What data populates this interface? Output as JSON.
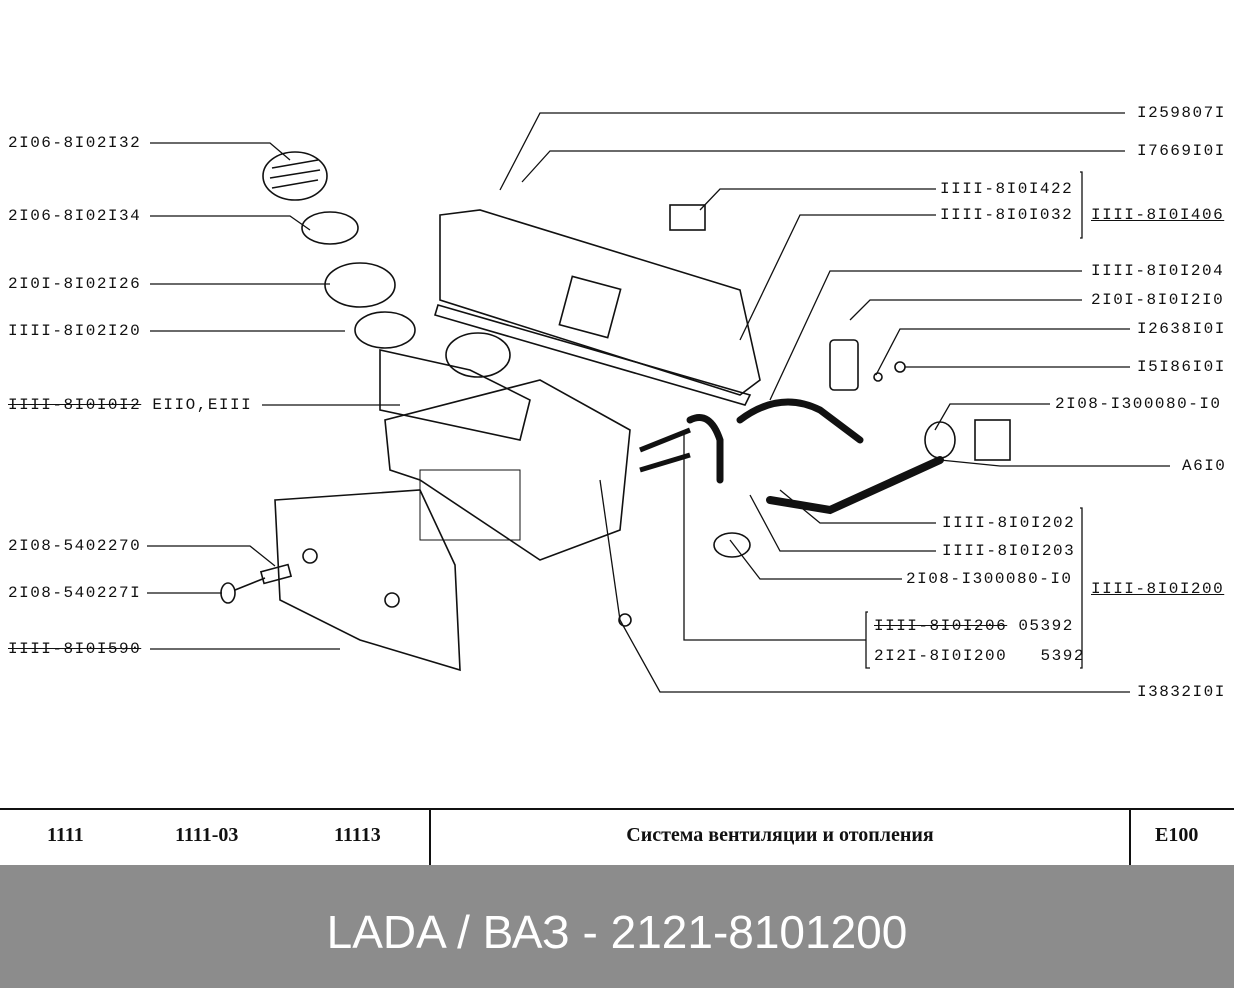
{
  "labels_left": [
    {
      "code": "2I06-8I02I32"
    },
    {
      "code": "2I06-8I02I34"
    },
    {
      "code": "2I0I-8I02I26"
    },
    {
      "code": "IIII-8I02I20"
    },
    {
      "code": "IIII-8I0I0I2",
      "suffix": " EIIO,EIII"
    },
    {
      "code": "2I08-5402270"
    },
    {
      "code": "2I08-540227I"
    },
    {
      "code": "IIII-8I0I590"
    }
  ],
  "labels_right": [
    {
      "code": "I259807I"
    },
    {
      "code": "I7669I0I"
    },
    {
      "code": "IIII-8I0I422"
    },
    {
      "code": "IIII-8I0I032"
    },
    {
      "code": "IIII-8I0I406"
    },
    {
      "code": "IIII-8I0I204"
    },
    {
      "code": "2I0I-8I0I2I0"
    },
    {
      "code": "I2638I0I"
    },
    {
      "code": "I5I86I0I"
    },
    {
      "code": "2I08-I300080-I0"
    },
    {
      "code": "A6I0"
    },
    {
      "code": "IIII-8I0I202"
    },
    {
      "code": "IIII-8I0I203"
    },
    {
      "code": "2I08-I300080-I0"
    },
    {
      "code": "IIII-8I0I200"
    },
    {
      "code": "IIII-8I0I206",
      "suffix": " 05392"
    },
    {
      "code": "2I2I-8I0I200",
      "suffix": "   5392"
    },
    {
      "code": "I3832I0I"
    }
  ],
  "footer": {
    "models": [
      "1111",
      "1111-03",
      "11113"
    ],
    "title": "Система вентиляции и отопления",
    "code": "E100"
  },
  "banner": "LADA / ВАЗ - 2121-8101200"
}
